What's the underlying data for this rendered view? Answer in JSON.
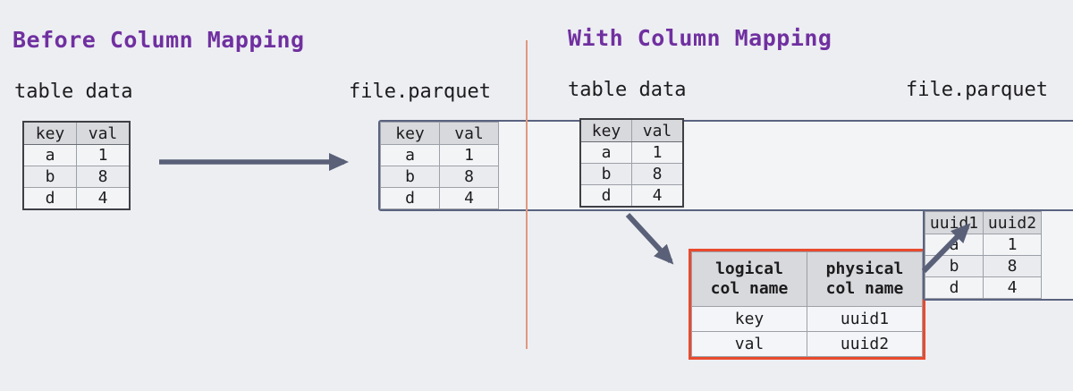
{
  "colors": {
    "background": "#edeef2",
    "accent_purple": "#7030a0",
    "accent_blue": "#2899d6",
    "accent_green": "#26a338",
    "arrow_slate": "#596078",
    "mapping_border_red": "#e84a2d",
    "divider_salmon": "#e0987e",
    "table_header_bg": "#d8d9dc"
  },
  "left": {
    "title": "Before Column Mapping",
    "table_label": "table data",
    "file_label": "file.parquet",
    "table": {
      "headers": [
        "key",
        "val"
      ],
      "rows": [
        [
          "a",
          "1"
        ],
        [
          "b",
          "8"
        ],
        [
          "d",
          "4"
        ]
      ]
    },
    "file_table": {
      "headers": [
        "key",
        "val"
      ],
      "rows": [
        [
          "a",
          "1"
        ],
        [
          "b",
          "8"
        ],
        [
          "d",
          "4"
        ]
      ]
    }
  },
  "right": {
    "title": "With Column Mapping",
    "table_label": "table data",
    "file_label": "file.parquet",
    "table": {
      "headers": [
        "key",
        "val"
      ],
      "rows": [
        [
          "a",
          "1"
        ],
        [
          "b",
          "8"
        ],
        [
          "d",
          "4"
        ]
      ]
    },
    "mapping": {
      "headers": [
        "logical col name",
        "physical col name"
      ],
      "rows": [
        [
          "key",
          "uuid1"
        ],
        [
          "val",
          "uuid2"
        ]
      ]
    },
    "file_table": {
      "headers": [
        "uuid1",
        "uuid2"
      ],
      "rows": [
        [
          "a",
          "1"
        ],
        [
          "b",
          "8"
        ],
        [
          "d",
          "4"
        ]
      ]
    }
  }
}
